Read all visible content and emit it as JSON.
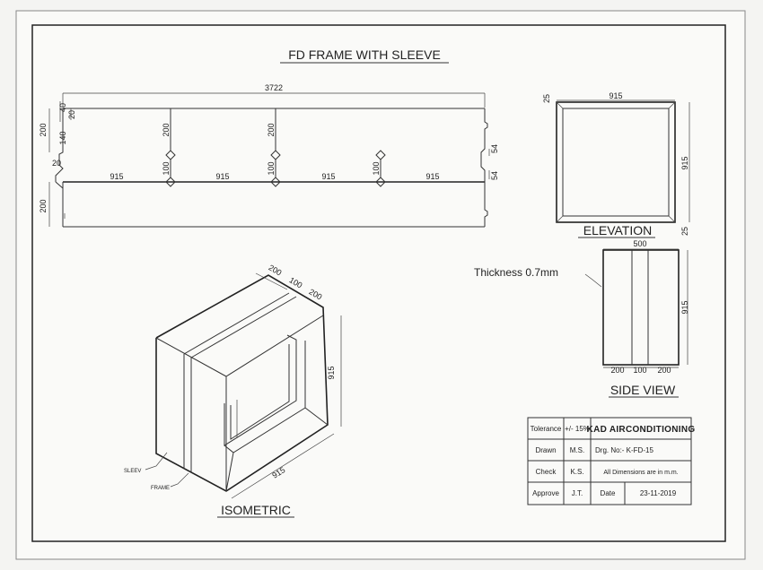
{
  "drawing_title": "FD FRAME  WITH SLEEVE",
  "flat": {
    "overall_length": "3722",
    "d_40": "40",
    "d_20a": "20",
    "d_140": "140",
    "d_200_left": "200",
    "d_20b": "20",
    "d_200_lower": "200",
    "seg1": "915",
    "seg2": "915",
    "seg3": "915",
    "seg4": "915",
    "v200_a": "200",
    "v200_b": "200",
    "v100_a": "100",
    "v100_b": "100",
    "v100_c": "100",
    "notch_top": "54",
    "notch_bottom": "54"
  },
  "elevation": {
    "label": "ELEVATION",
    "width": "915",
    "height": "915",
    "top": "25",
    "bottom": "25"
  },
  "side_view": {
    "label": "SIDE VIEW",
    "width": "500",
    "height": "915",
    "a": "200",
    "b": "100",
    "c": "200",
    "thickness_note": "Thickness 0.7mm"
  },
  "isometric": {
    "label": "ISOMETRIC",
    "d1": "200",
    "d2": "100",
    "d3": "200",
    "height": "915",
    "width": "915",
    "sleeve": "SLEEV",
    "frame": "FRAME"
  },
  "title_block": {
    "tolerance_label": "Tolerance",
    "tolerance_value": "+/- 15%",
    "company": "KAD AIRCONDITIONING",
    "drawn_label": "Drawn",
    "drawn_by": "M.S.",
    "drg_no": "Drg. No:- K-FD-15",
    "check_label": "Check",
    "checked_by": "K.S.",
    "dimensions_note": "All Dimensions are in m.m.",
    "approve_label": "Approve",
    "approved_by": "J.T.",
    "date_label": "Date",
    "date_value": "23-11-2019"
  }
}
